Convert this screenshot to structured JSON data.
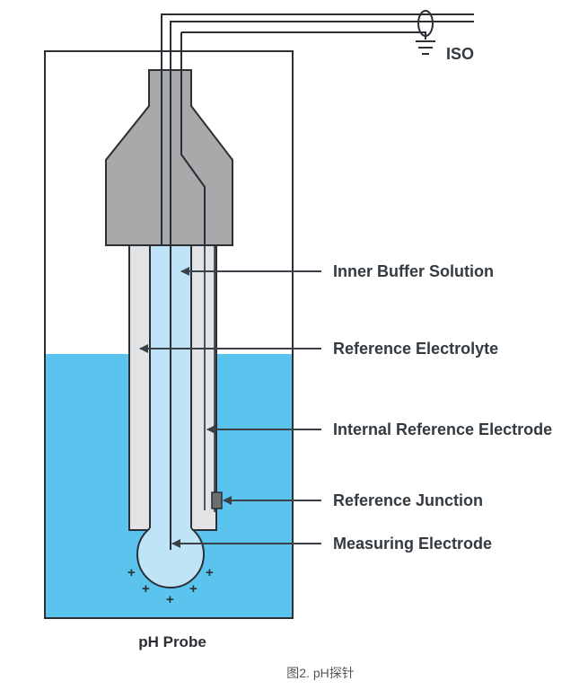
{
  "iso_label": "ISO",
  "labels": {
    "inner_buffer": "Inner Buffer Solution",
    "reference_electrolyte": "Reference Electrolyte",
    "internal_reference_electrode": "Internal Reference Electrode",
    "reference_junction": "Reference Junction",
    "measuring_electrode": "Measuring Electrode"
  },
  "charge_symbol": "+",
  "probe_title": "pH Probe",
  "caption": "图2. pH探针",
  "colors": {
    "solution": "#5ac4ef",
    "probe_cap": "#a7a9ab",
    "outer_tube": "#e2e3e4",
    "inner_tube": "#bfe4f8",
    "outline": "#2b2f33"
  }
}
